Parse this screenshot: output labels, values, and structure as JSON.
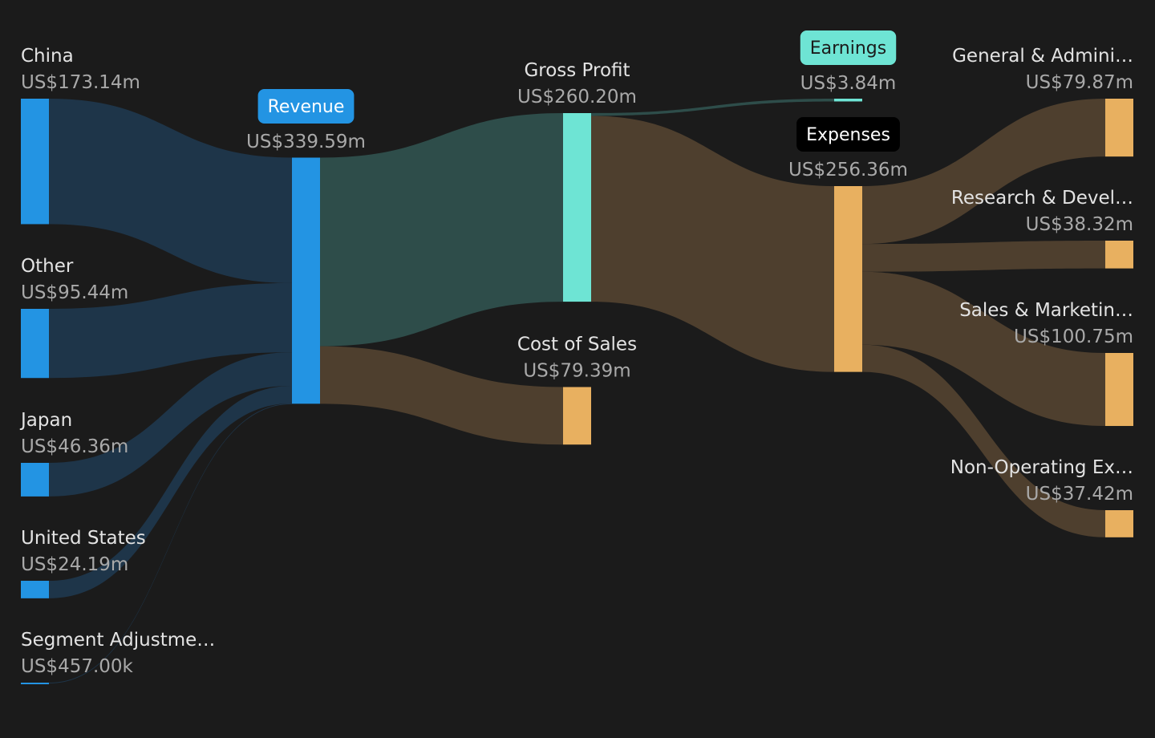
{
  "chart_data": {
    "type": "sankey",
    "unit": "US$",
    "nodes": [
      {
        "id": "china",
        "name": "China",
        "value_label": "US$173.14m",
        "value": 173.14,
        "color": "#2394e3"
      },
      {
        "id": "other",
        "name": "Other",
        "value_label": "US$95.44m",
        "value": 95.44,
        "color": "#2394e3"
      },
      {
        "id": "japan",
        "name": "Japan",
        "value_label": "US$46.36m",
        "value": 46.36,
        "color": "#2394e3"
      },
      {
        "id": "us",
        "name": "United States",
        "value_label": "US$24.19m",
        "value": 24.19,
        "color": "#2394e3"
      },
      {
        "id": "seg",
        "name": "Segment Adjustme…",
        "value_label": "US$457.00k",
        "value": 0.457,
        "color": "#2394e3"
      },
      {
        "id": "revenue",
        "name": "Revenue",
        "value_label": "US$339.59m",
        "value": 339.59,
        "color": "#2394e3",
        "pill": {
          "bg": "#2394e3",
          "fg": "#ffffff"
        }
      },
      {
        "id": "gross",
        "name": "Gross Profit",
        "value_label": "US$260.20m",
        "value": 260.2,
        "color": "#6ee4d4"
      },
      {
        "id": "cos",
        "name": "Cost of Sales",
        "value_label": "US$79.39m",
        "value": 79.39,
        "color": "#e8b060"
      },
      {
        "id": "earnings",
        "name": "Earnings",
        "value_label": "US$3.84m",
        "value": 3.84,
        "color": "#6ee4d4",
        "pill": {
          "bg": "#6ee4d4",
          "fg": "#1b1b1b"
        }
      },
      {
        "id": "expenses",
        "name": "Expenses",
        "value_label": "US$256.36m",
        "value": 256.36,
        "color": "#e8b060",
        "pill": {
          "bg": "#000000",
          "fg": "#ffffff"
        }
      },
      {
        "id": "ga",
        "name": "General & Admini…",
        "value_label": "US$79.87m",
        "value": 79.87,
        "color": "#e8b060"
      },
      {
        "id": "rd",
        "name": "Research & Devel…",
        "value_label": "US$38.32m",
        "value": 38.32,
        "color": "#e8b060"
      },
      {
        "id": "sm",
        "name": "Sales & Marketin…",
        "value_label": "US$100.75m",
        "value": 100.75,
        "color": "#e8b060"
      },
      {
        "id": "nonop",
        "name": "Non-Operating Ex…",
        "value_label": "US$37.42m",
        "value": 37.42,
        "color": "#e8b060"
      }
    ],
    "links": [
      {
        "source": "china",
        "target": "revenue",
        "value": 173.14,
        "color": "#1e3549"
      },
      {
        "source": "other",
        "target": "revenue",
        "value": 95.44,
        "color": "#1e3549"
      },
      {
        "source": "japan",
        "target": "revenue",
        "value": 46.36,
        "color": "#1e3549"
      },
      {
        "source": "us",
        "target": "revenue",
        "value": 24.19,
        "color": "#1e3549"
      },
      {
        "source": "seg",
        "target": "revenue",
        "value": 0.457,
        "color": "#1e3549"
      },
      {
        "source": "revenue",
        "target": "gross",
        "value": 260.2,
        "color": "#2e4d4a"
      },
      {
        "source": "revenue",
        "target": "cos",
        "value": 79.39,
        "color": "#4e3f2e"
      },
      {
        "source": "gross",
        "target": "earnings",
        "value": 3.84,
        "color": "#2e4d4a"
      },
      {
        "source": "gross",
        "target": "expenses",
        "value": 256.36,
        "color": "#4e3f2e"
      },
      {
        "source": "expenses",
        "target": "ga",
        "value": 79.87,
        "color": "#4e3f2e"
      },
      {
        "source": "expenses",
        "target": "rd",
        "value": 38.32,
        "color": "#4e3f2e"
      },
      {
        "source": "expenses",
        "target": "sm",
        "value": 100.75,
        "color": "#4e3f2e"
      },
      {
        "source": "expenses",
        "target": "nonop",
        "value": 37.42,
        "color": "#4e3f2e"
      }
    ]
  }
}
